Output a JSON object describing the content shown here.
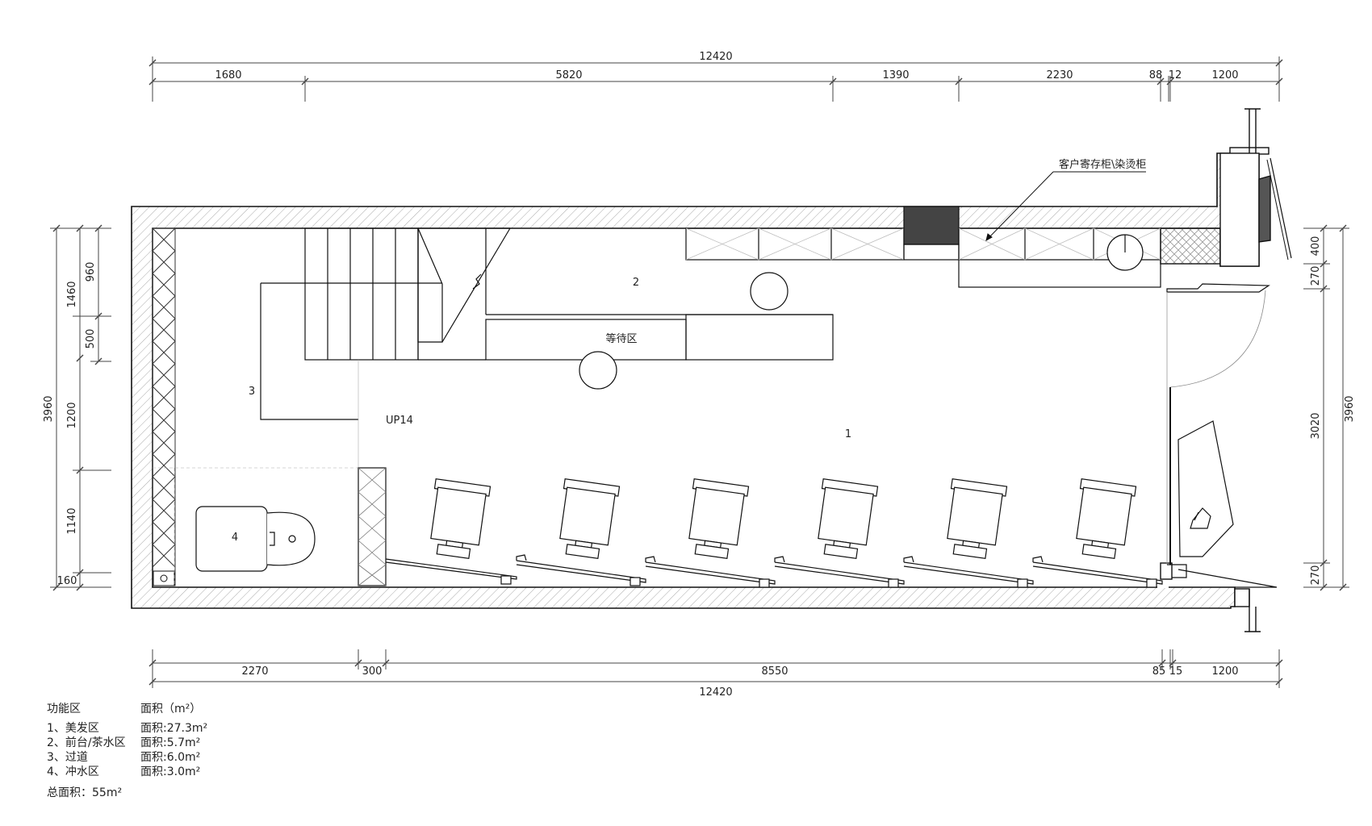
{
  "dimensions": {
    "top_total": "12420",
    "top_segments": [
      "1680",
      "5820",
      "1390",
      "2230",
      "88",
      "12",
      "1200"
    ],
    "bottom_total": "12420",
    "bottom_segments": [
      "2270",
      "300",
      "8550",
      "85",
      "15",
      "1200"
    ],
    "left_total": "3960",
    "left_segments_a": [
      "960",
      "500"
    ],
    "left_segments_b": [
      "1460",
      "1200",
      "1140",
      "160"
    ],
    "right_total": "3960",
    "right_segments": [
      "400",
      "270",
      "3020",
      "270"
    ]
  },
  "labels": {
    "zone_1": "1",
    "zone_2": "2",
    "zone_3": "3",
    "zone_4": "4",
    "waiting_area": "等待区",
    "stair_up": "UP14",
    "locker_callout": "客户寄存柜\\染烫柜"
  },
  "legend": {
    "header_zone": "功能区",
    "header_area": "面积（m²）",
    "items": [
      {
        "zone": "1、美发区",
        "area": "面积:27.3m²"
      },
      {
        "zone": "2、前台/茶水区",
        "area": "面积:5.7m²"
      },
      {
        "zone": "3、过道",
        "area": "面积:6.0m²"
      },
      {
        "zone": "4、冲水区",
        "area": "面积:3.0m²"
      }
    ],
    "total": "总面积：55m²"
  }
}
